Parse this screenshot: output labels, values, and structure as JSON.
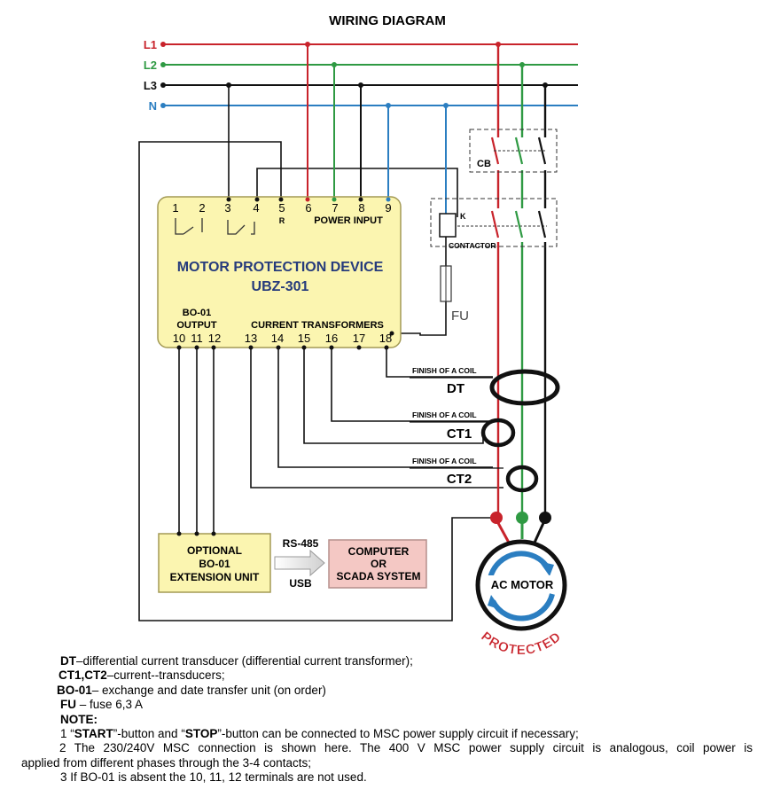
{
  "title": "WIRING DIAGRAM",
  "lines": {
    "L1": "L1",
    "L2": "L2",
    "L3": "L3",
    "N": "N"
  },
  "colors": {
    "L1": "#c8232b",
    "L2": "#2f9a43",
    "L3": "#111111",
    "N": "#2b7ec1",
    "device_fill": "#fbf5b0",
    "device_stroke": "#a39a55",
    "scada_fill": "#f4c8c4",
    "scada_stroke": "#b58f8c",
    "motor_ring": "#2b7ec1",
    "protected_text": "#c8232b"
  },
  "device": {
    "title_line1": "MOTOR PROTECTION DEVICE",
    "title_line2": "UBZ-301",
    "top_terminals": [
      "1",
      "2",
      "3",
      "4",
      "5",
      "6",
      "7",
      "8",
      "9"
    ],
    "r_label": "R",
    "power_input": "POWER INPUT",
    "bo_label": "BO-01",
    "output_label": "OUTPUT",
    "ct_label": "CURRENT TRANSFORMERS",
    "bottom_terminals": [
      "10",
      "11",
      "12",
      "13",
      "14",
      "15",
      "16",
      "17",
      "18"
    ]
  },
  "cb_label": "CB",
  "contactor": {
    "k_label": "K",
    "label": "CONTACTOR"
  },
  "fuse_label": "FU",
  "coils": [
    {
      "finish": "FINISH OF A COIL",
      "name": "DT"
    },
    {
      "finish": "FINISH OF A COIL",
      "name": "CT1"
    },
    {
      "finish": "FINISH OF A COIL",
      "name": "CT2"
    }
  ],
  "extension_unit": {
    "line1": "OPTIONAL",
    "line2": "BO-01",
    "line3": "EXTENSION UNIT"
  },
  "rs485": "RS-485",
  "usb": "USB",
  "scada": {
    "line1": "COMPUTER",
    "line2": "OR",
    "line3": "SCADA SYSTEM"
  },
  "motor": {
    "label": "AC MOTOR",
    "protected": "PROTECTED"
  },
  "legend": {
    "dt_term": "DT",
    "dt_text": "–differential current transducer (differential current transformer);",
    "ct_term": "CT1,CT2",
    "ct_text": "–current--transducers;",
    "bo_term": "BO-01",
    "bo_text": "– exchange and date transfer unit (on order)",
    "fu_term": "FU",
    "fu_text": " – fuse 6,3 A",
    "note_title": "NOTE:",
    "note1_a": "1 “",
    "note1_start": "START",
    "note1_b": "”-button and “",
    "note1_stop": "STOP",
    "note1_c": "”-button can be connected to MSC power supply circuit if necessary;",
    "note2_line1": "2 The 230/240V MSC connection is shown here. The 400 V MSC power supply circuit is analogous, coil power is",
    "note2_line2": "applied from different phases through the 3-4 contacts;",
    "note3": "3 If BO-01 is absent the 10, 11, 12 terminals are not used."
  }
}
